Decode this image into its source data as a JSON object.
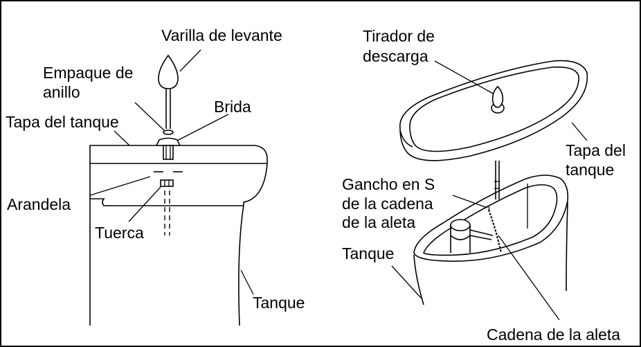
{
  "left": {
    "varilla": "Varilla de levante",
    "empaque_1": "Empaque de",
    "empaque_2": "anillo",
    "brida": "Brida",
    "tapa": "Tapa del tanque",
    "arandela": "Arandela",
    "tuerca": "Tuerca",
    "tanque": "Tanque"
  },
  "right": {
    "tirador_1": "Tirador de",
    "tirador_2": "descarga",
    "tapa_1": "Tapa del",
    "tapa_2": "tanque",
    "gancho_1": "Gancho en S",
    "gancho_2": "de la cadena",
    "gancho_3": "de la aleta",
    "tanque": "Tanque",
    "cadena": "Cadena de la aleta"
  }
}
